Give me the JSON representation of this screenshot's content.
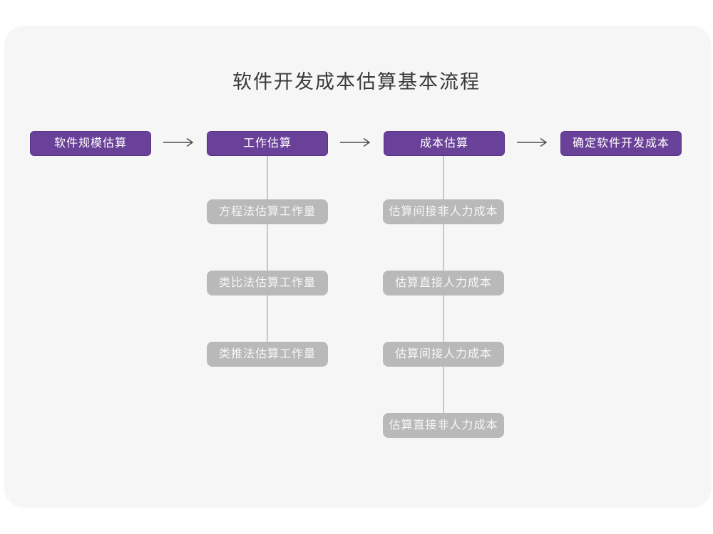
{
  "title": "软件开发成本估算基本流程",
  "colors": {
    "accent": "#6a4198",
    "accent_border": "#5a338c",
    "subbox_bg": "#b9b9b9",
    "line_color": "#c8c8c8",
    "card_bg": "#f6f6f7",
    "arrow_color": "#4d4d4d",
    "title_color": "#3a3a3a"
  },
  "flow": {
    "stages": [
      {
        "label": "软件规模估算"
      },
      {
        "label": "工作估算"
      },
      {
        "label": "成本估算"
      },
      {
        "label": "确定软件开发成本"
      }
    ],
    "work_methods": [
      {
        "label": "方程法估算工作量"
      },
      {
        "label": "类比法估算工作量"
      },
      {
        "label": "类推法估算工作量"
      }
    ],
    "cost_steps": [
      {
        "label": "估算间接非人力成本"
      },
      {
        "label": "估算直接人力成本"
      },
      {
        "label": "估算间接人力成本"
      },
      {
        "label": "估算直接非人力成本"
      }
    ]
  }
}
